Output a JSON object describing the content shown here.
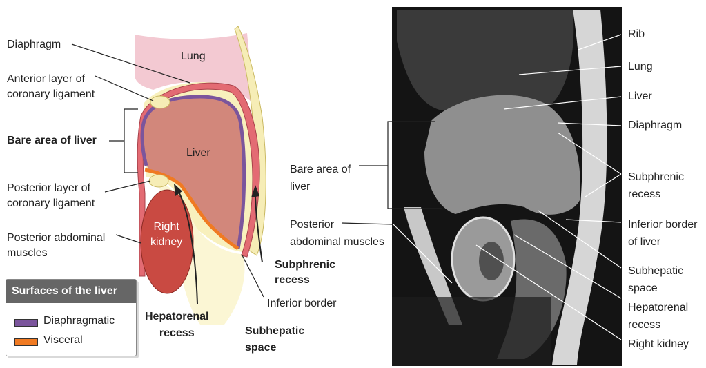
{
  "diagram": {
    "labels": {
      "lung": "Lung",
      "liver": "Liver",
      "right_kidney": "Right\nkidney",
      "diaphragm": "Diaphragm",
      "anterior_layer": "Anterior layer of\ncoronary ligament",
      "bare_area": "Bare area of liver",
      "posterior_layer": "Posterior layer of\ncoronary ligament",
      "posterior_muscles": "Posterior abdominal\nmuscles",
      "subphrenic_recess": "Subphrenic\nrecess",
      "inferior_border": "Inferior border",
      "hepatorenal_recess": "Hepatorenal\nrecess",
      "subhepatic_space": "Subhepatic\nspace"
    },
    "legend": {
      "title": "Surfaces of the liver",
      "items": [
        {
          "label": "Diaphragmatic",
          "color": "#7b559c"
        },
        {
          "label": "Visceral",
          "color": "#f07a22"
        }
      ]
    },
    "colors": {
      "lung": "#f3c9d2",
      "liver": "#d2877b",
      "kidney": "#c94a42",
      "peritoneum": "#f6edb6",
      "diaphragm": "#e36b73",
      "diaphragmatic_surface": "#7b559c",
      "visceral_surface": "#f07a22"
    }
  },
  "mri": {
    "labels": {
      "rib": "Rib",
      "lung": "Lung",
      "liver": "Liver",
      "diaphragm": "Diaphragm",
      "subphrenic_recess": "Subphrenic\nrecess",
      "inferior_border": "Inferior border\nof liver",
      "subhepatic_space": "Subhepatic\nspace",
      "hepatorenal_recess": "Hepatorenal\nrecess",
      "right_kidney": "Right kidney",
      "bare_area": "Bare area of\nliver",
      "posterior_muscles": "Posterior\nabdominal muscles"
    }
  }
}
